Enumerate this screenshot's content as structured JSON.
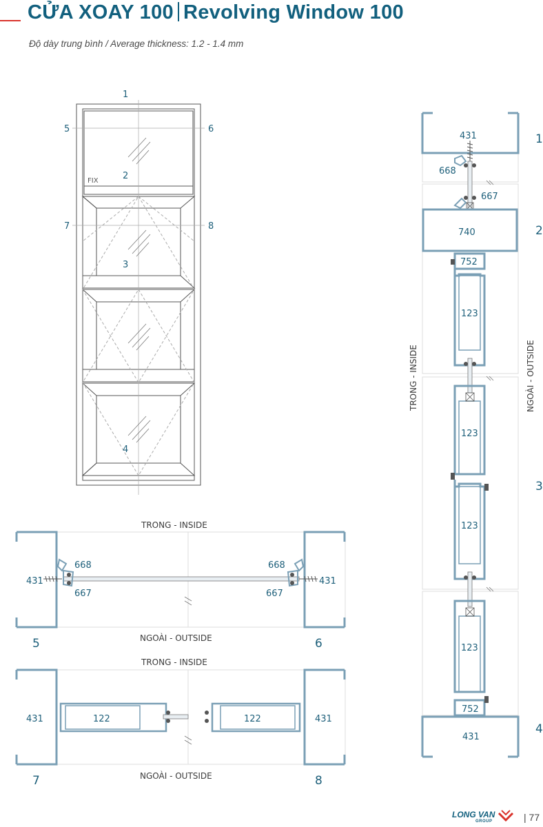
{
  "header": {
    "title_vi": "CỬA XOAY 100",
    "title_en": "Revolving Window 100",
    "subtitle": "Độ dày trung bình / Average thickness: 1.2 - 1.4 mm"
  },
  "elevation": {
    "section_markers": {
      "m1": "1",
      "m2": "2",
      "m3": "3",
      "m4": "4",
      "m5": "5",
      "m6": "6",
      "m7": "7",
      "m8": "8"
    },
    "fix_label": "FIX"
  },
  "vertical_section": {
    "labels": {
      "p1": "431",
      "p2": "668",
      "p3": "667",
      "p4": "740",
      "p5": "752",
      "p6": "123",
      "p7": "123",
      "p8": "123",
      "p9": "123",
      "p10": "752",
      "p11": "431"
    },
    "inside_label": "TRONG - INSIDE",
    "outside_label": "NGOÀI - OUTSIDE",
    "markers": {
      "m1": "1",
      "m2": "2",
      "m3": "3",
      "m4": "4"
    }
  },
  "section_5_6": {
    "inside_label": "TRONG - INSIDE",
    "outside_label": "NGOÀI - OUTSIDE",
    "labels": {
      "l668": "668",
      "l667": "667",
      "l431": "431",
      "r668": "668",
      "r667": "667",
      "r431": "431"
    },
    "markers": {
      "left": "5",
      "right": "6"
    }
  },
  "section_7_8": {
    "inside_label": "TRONG - INSIDE",
    "outside_label": "NGOÀI - OUTSIDE",
    "labels": {
      "l431": "431",
      "l122": "122",
      "r122": "122",
      "r431": "431"
    },
    "markers": {
      "left": "7",
      "right": "8"
    }
  },
  "footer": {
    "logo_text": "LONG VAN",
    "logo_sub": "GROUP",
    "page_number": "77"
  },
  "colors": {
    "accent": "#12607e",
    "profile": "#7a9fb5",
    "red_rule": "#d9322b"
  }
}
